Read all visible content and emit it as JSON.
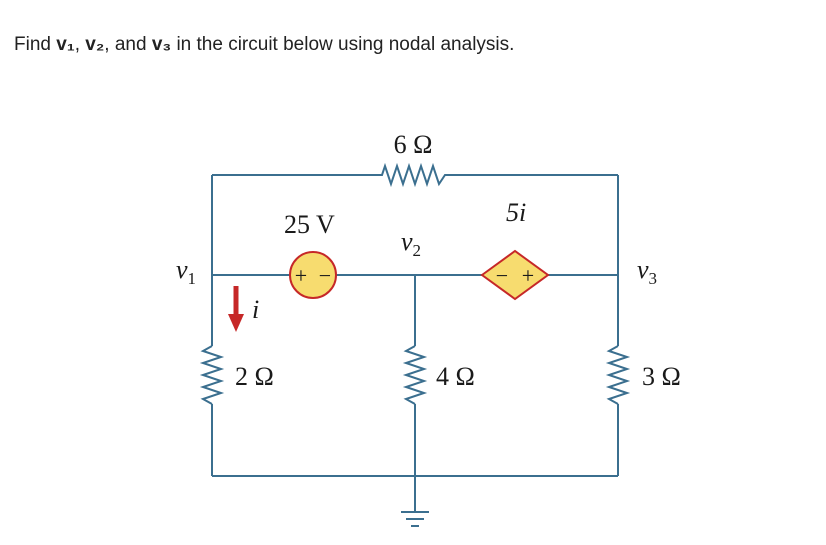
{
  "question": {
    "prefix": "Find ",
    "v1": "v₁",
    "sep1": ", ",
    "v2": "v₂",
    "sep2": ", and ",
    "v3": "v₃",
    "suffix": " in the circuit below using nodal analysis."
  },
  "circuit": {
    "resistor_top": "6 Ω",
    "resistor_left": "2 Ω",
    "resistor_middle": "4 Ω",
    "resistor_right": "3 Ω",
    "voltage_source": "25 V",
    "dependent_source": "5i",
    "node_v1": "v",
    "node_v1_sub": "1",
    "node_v2": "v",
    "node_v2_sub": "2",
    "node_v3": "v",
    "node_v3_sub": "3",
    "current_label": "i",
    "vsrc_plus": "+",
    "vsrc_minus": "−",
    "dep_plus": "+",
    "dep_minus": "−"
  },
  "colors": {
    "wire": "#3b6f8f",
    "source_fill": "#f7dc6f",
    "source_stroke": "#c62828",
    "arrow": "#c62828"
  }
}
